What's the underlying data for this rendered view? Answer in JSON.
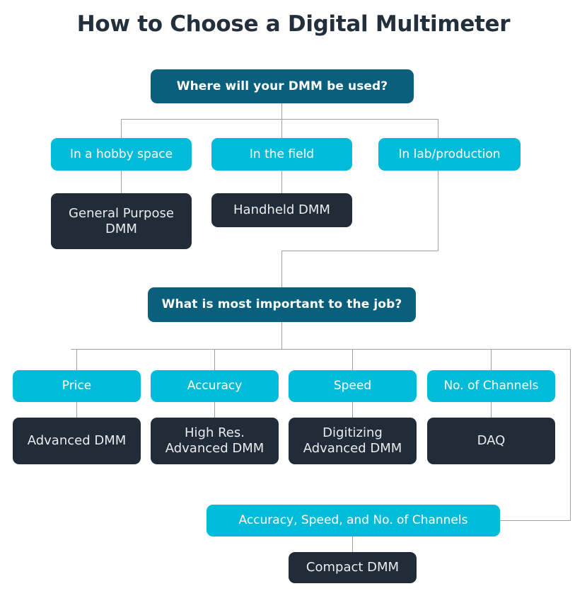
{
  "page": {
    "title": "How to Choose a Digital Multimeter",
    "colors": {
      "decision": "#0a5f7d",
      "option": "#00bcd8",
      "result": "#222c38",
      "connector": "#9aa1a6",
      "background": "#ffffff",
      "title_text": "#232f3b"
    }
  },
  "nodes": {
    "decision_1": "Where will your DMM be used?",
    "option_hobby": "In a hobby space",
    "option_field": "In the field",
    "option_lab": "In lab/production",
    "result_general_purpose": "General Purpose DMM",
    "result_handheld": "Handheld DMM",
    "decision_2": "What is most important to the job?",
    "option_price": "Price",
    "option_accuracy": "Accuracy",
    "option_speed": "Speed",
    "option_channels": "No. of Channels",
    "result_advanced": "Advanced DMM",
    "result_high_res_advanced": "High Res. Advanced DMM",
    "result_digitizing_advanced": "Digitizing Advanced DMM",
    "result_daq": "DAQ",
    "option_combo": "Accuracy, Speed, and No. of Channels",
    "result_compact": "Compact DMM"
  }
}
